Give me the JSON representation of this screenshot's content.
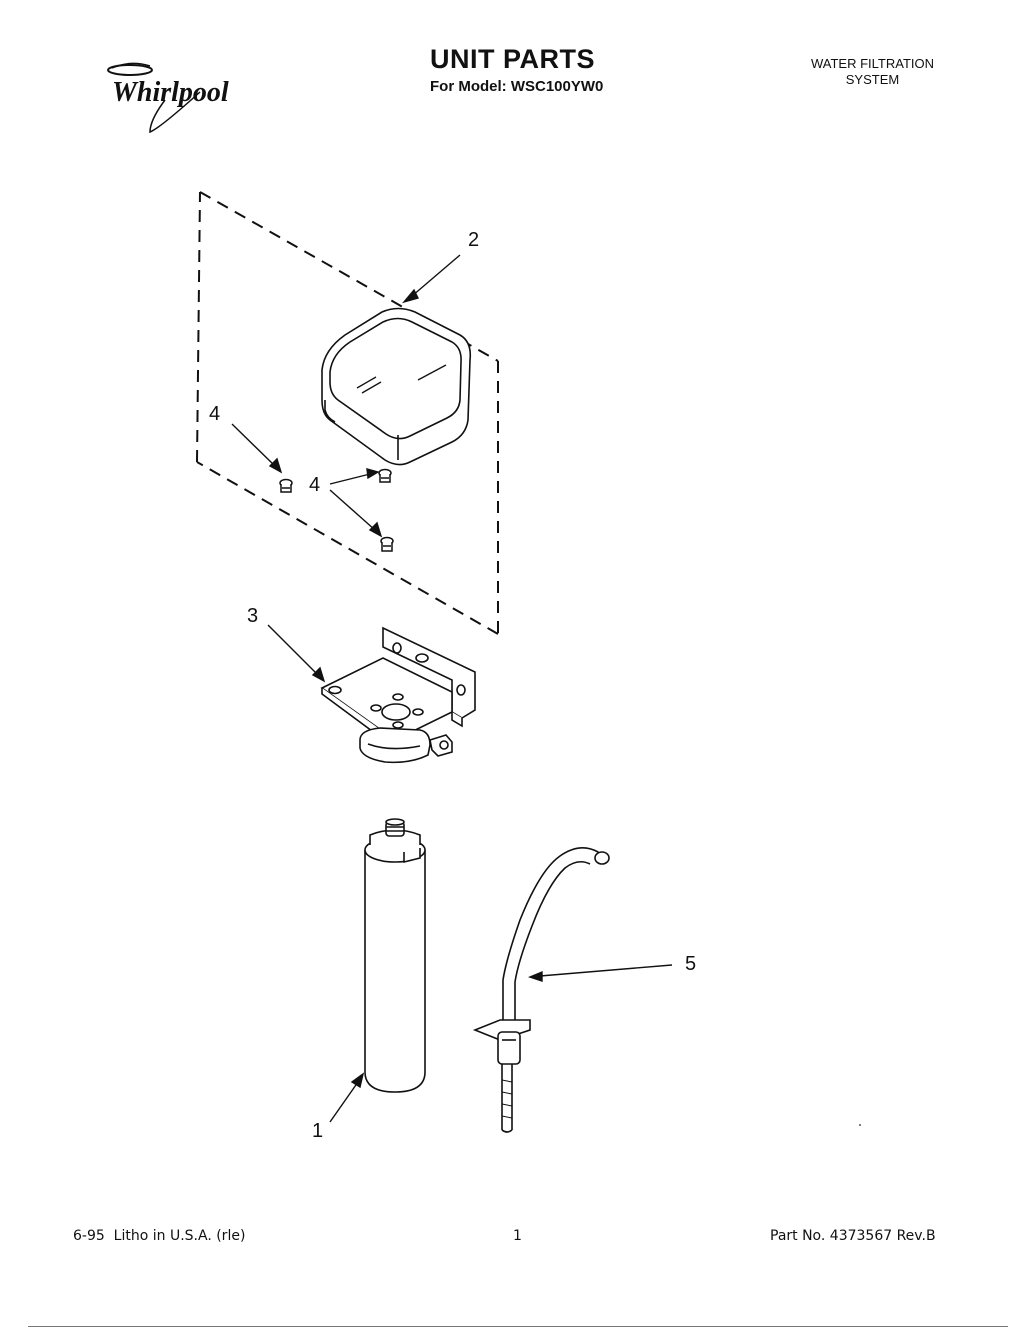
{
  "header": {
    "brand": "Whirlpool",
    "title": "UNIT PARTS",
    "subtitle": "For Model: WSC100YW0",
    "system_line1": "WATER FILTRATION",
    "system_line2": "SYSTEM"
  },
  "callouts": {
    "c1": "1",
    "c2": "2",
    "c3": "3",
    "c4a": "4",
    "c4b": "4",
    "c5": "5"
  },
  "footer": {
    "left": "6-95  Litho in U.S.A. (rle)",
    "page": "1",
    "part_no": "Part No. 4373567 Rev.B"
  }
}
